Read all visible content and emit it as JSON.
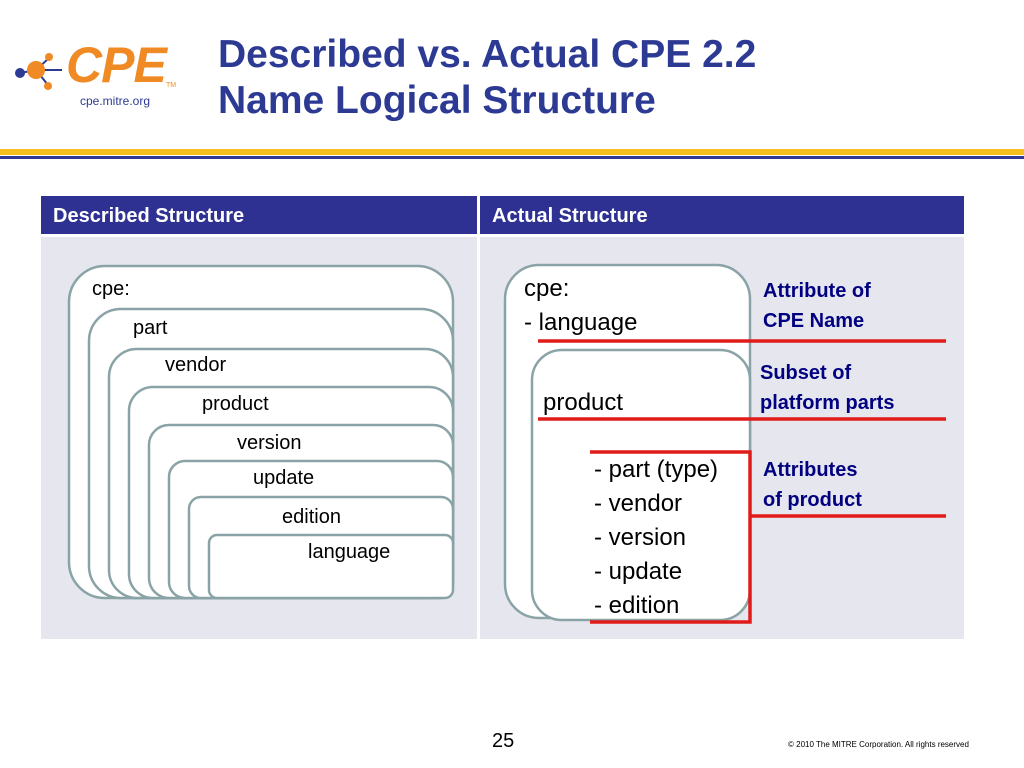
{
  "logo": {
    "text": "CPE",
    "tm": "TM",
    "url": "cpe.mitre.org"
  },
  "title": {
    "line1": "Described vs. Actual CPE 2.2",
    "line2": "Name Logical Structure"
  },
  "table": {
    "headers": [
      "Described Structure",
      "Actual Structure"
    ]
  },
  "described": {
    "levels": [
      "cpe:",
      "part",
      "vendor",
      "product",
      "version",
      "update",
      "edition",
      "language"
    ]
  },
  "actual": {
    "outer_lines": [
      "cpe:",
      "- language"
    ],
    "product_label": "product",
    "product_attributes": [
      "- part (type)",
      "- vendor",
      "- version",
      "- update",
      "- edition"
    ]
  },
  "notes": [
    {
      "line1": "Attribute of",
      "line2": "CPE Name"
    },
    {
      "line1": "Subset of",
      "line2": "platform parts"
    },
    {
      "line1": "Attributes",
      "line2": "of product"
    }
  ],
  "footer": {
    "page_number": "25",
    "copyright": "© 2010 The MITRE Corporation. All rights reserved"
  },
  "colors": {
    "title": "#2c3a94",
    "logo": "#f08a24",
    "header_bg": "#2e3192",
    "highlight": "#e11a1a",
    "note": "#000080"
  }
}
